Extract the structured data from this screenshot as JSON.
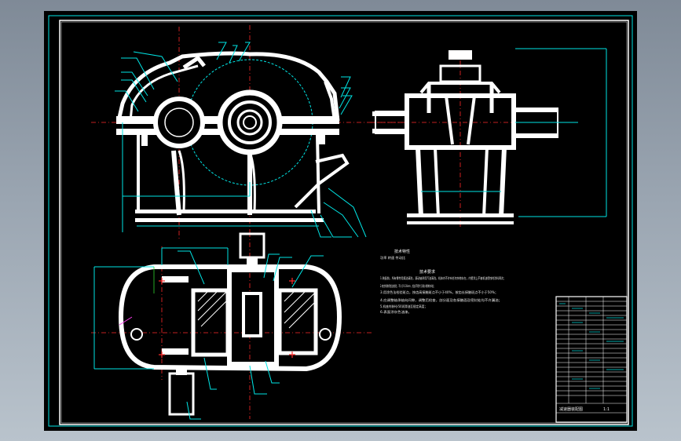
{
  "technical_requirements": {
    "header": "技术要求",
    "lines": [
      "1.装配前，所有零件用煤油清洗，滚动轴承用汽油清洗，机体内不许有任何杂物存在，内壁涂上不被机油侵蚀的涂料两次；",
      "2.啮合侧隙用铅丝检验，不小于0.16mm，铅丝不得大于最小侧隙的4倍；",
      "3.用涂色法检验斑点，按齿高接触斑点不小于40%，按齿长接触斑点不小于50%；",
      "4.应调整轴承轴向间隙，调整后检查，剖分面及各接触面及密封处均不许漏油；",
      "5.机座内装HJ-50润滑油至规定高度；",
      "6.表面涂灰色油漆。"
    ]
  },
  "spec_block": {
    "header": "技术特性",
    "text": "功率 转速 传动比"
  },
  "title_block": {
    "drawing_title": "减速器装配图",
    "scale": "1:1"
  }
}
